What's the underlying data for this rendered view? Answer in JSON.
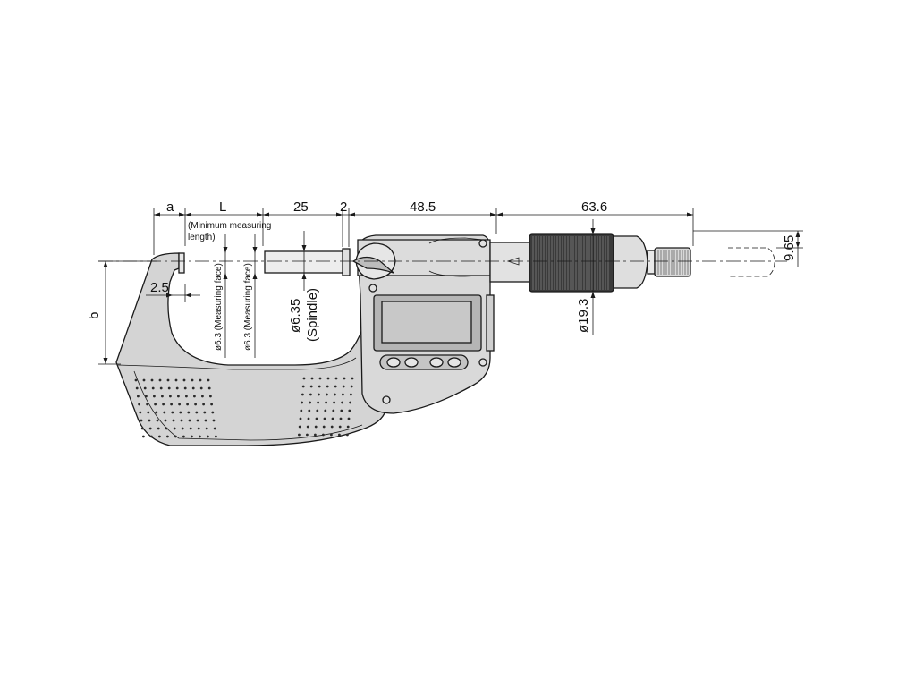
{
  "dimensions": {
    "a": "a",
    "L": "L",
    "d25": "25",
    "d2": "2",
    "d48_5": "48.5",
    "d63_6": "63.6",
    "d9_65": "9.65",
    "d2_5": "2.5",
    "b": "b",
    "d19_3": "ø19.3"
  },
  "notes": {
    "min_length_line1": "(Minimum measuring",
    "min_length_line2": "length)",
    "anvil_face": "ø6.3 (Measuring face)",
    "spindle_face": "ø6.3 (Measuring face)",
    "spindle_dia": "ø6.35",
    "spindle_label": "(Spindle)"
  },
  "colors": {
    "body_fill": "#d9d9d9",
    "frame_fill": "#d4d4d4",
    "display_fill": "#c8c8c8",
    "thimble_dark": "#3a3a3a",
    "line": "#1a1a1a"
  }
}
